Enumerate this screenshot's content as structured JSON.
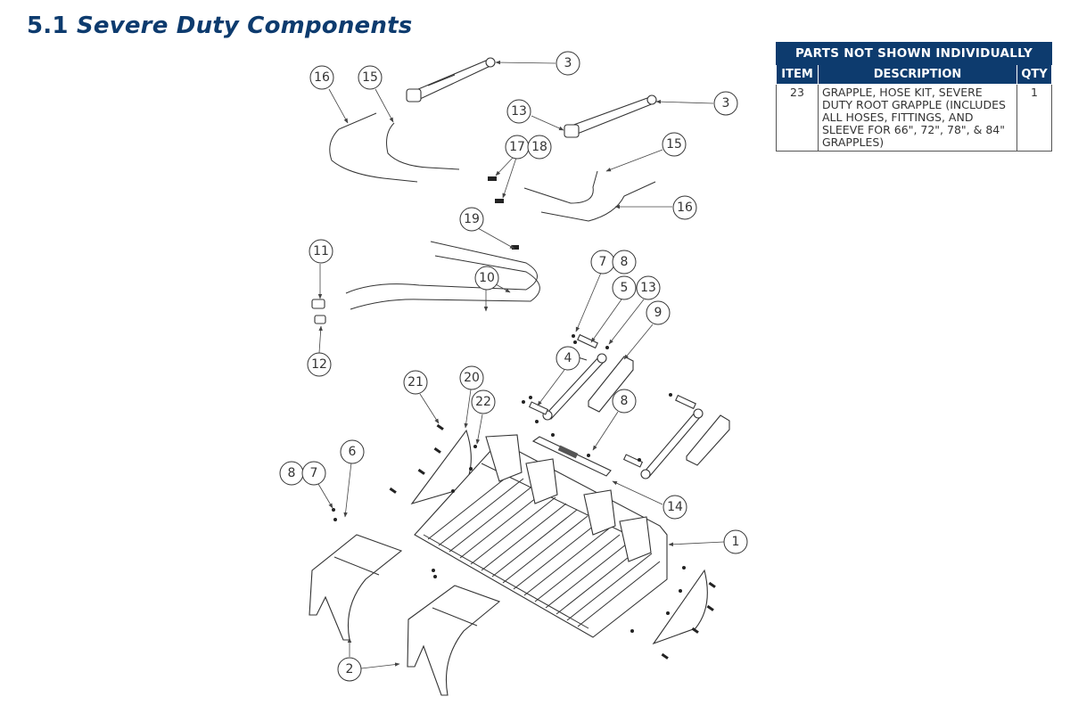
{
  "page": {
    "section_number": "5.1",
    "section_title": "Severe Duty Components"
  },
  "parts_table": {
    "caption": "PARTS NOT SHOWN INDIVIDUALLY",
    "headers": {
      "item": "ITEM",
      "description": "DESCRIPTION",
      "qty": "QTY"
    },
    "rows": [
      {
        "item": "23",
        "description": "GRAPPLE, HOSE KIT, SEVERE DUTY ROOT GRAPPLE (INCLUDES ALL HOSES, FITTINGS, AND SLEEVE FOR 66\", 72\", 78\", & 84\" GRAPPLES)",
        "qty": "1"
      }
    ]
  },
  "diagram": {
    "callouts": [
      {
        "label": "16",
        "part": "hose"
      },
      {
        "label": "15",
        "part": "hose"
      },
      {
        "label": "3",
        "part": "hydraulic-cylinder"
      },
      {
        "label": "3",
        "part": "hydraulic-cylinder"
      },
      {
        "label": "13",
        "part": "cylinder-end"
      },
      {
        "label": "17",
        "part": "fitting"
      },
      {
        "label": "18",
        "part": "fitting"
      },
      {
        "label": "15",
        "part": "hose"
      },
      {
        "label": "16",
        "part": "hose"
      },
      {
        "label": "19",
        "part": "hose-clip"
      },
      {
        "label": "11",
        "part": "coupler"
      },
      {
        "label": "10",
        "part": "hose-pair"
      },
      {
        "label": "12",
        "part": "coupler"
      },
      {
        "label": "7",
        "part": "hardware"
      },
      {
        "label": "8",
        "part": "hardware"
      },
      {
        "label": "5",
        "part": "pin"
      },
      {
        "label": "13",
        "part": "hardware"
      },
      {
        "label": "9",
        "part": "cylinder-guard"
      },
      {
        "label": "4",
        "part": "pin"
      },
      {
        "label": "8",
        "part": "hardware"
      },
      {
        "label": "21",
        "part": "bolt"
      },
      {
        "label": "20",
        "part": "side-plate"
      },
      {
        "label": "22",
        "part": "nut"
      },
      {
        "label": "6",
        "part": "pin"
      },
      {
        "label": "8",
        "part": "hardware"
      },
      {
        "label": "7",
        "part": "hardware"
      },
      {
        "label": "14",
        "part": "hose-cover"
      },
      {
        "label": "1",
        "part": "grapple-frame"
      },
      {
        "label": "2",
        "part": "grapple-arm"
      }
    ]
  }
}
